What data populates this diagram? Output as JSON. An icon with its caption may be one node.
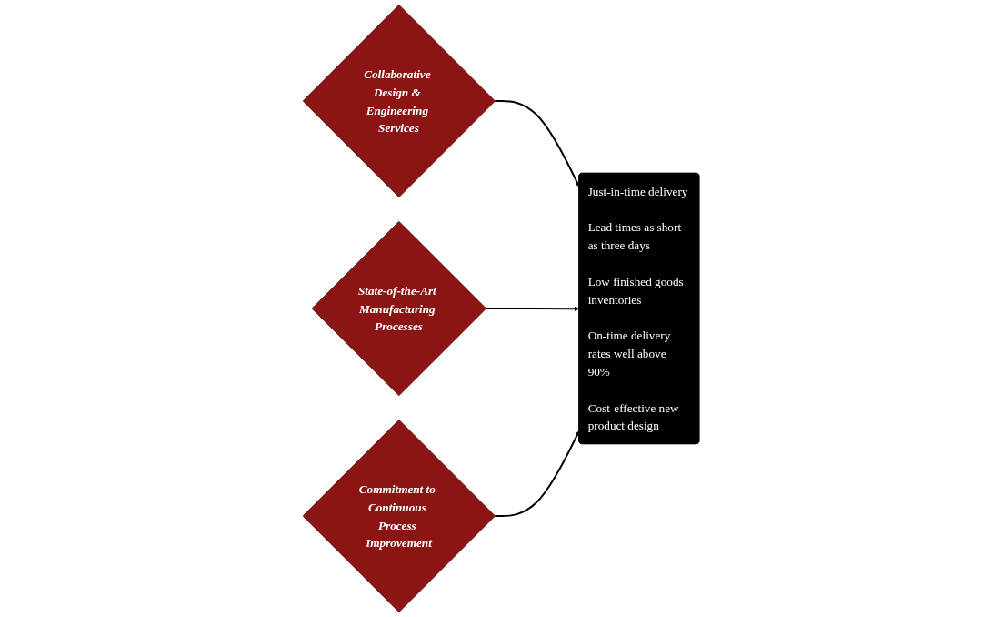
{
  "diagram": {
    "nodes": [
      {
        "text": [
          "Collaborative Design & Engineering Services"
        ]
      },
      {
        "text": [
          "State-of-the-Art Manufacturing Processes"
        ]
      },
      {
        "text": [
          "Commitment to Continuous Process Improvement"
        ]
      },
      {
        "text": [
          "Just-in-time delivery",
          "Lead times as short as three days",
          "Low finished goods inventories",
          "On-time delivery rates well above 90%",
          "Cost-effective new product design"
        ]
      }
    ],
    "edges": [
      {
        "from": 0,
        "to": 3,
        "arrow": "to"
      },
      {
        "from": 1,
        "to": 3,
        "arrow": "to"
      },
      {
        "from": 2,
        "to": 3,
        "arrow": "to"
      }
    ]
  }
}
